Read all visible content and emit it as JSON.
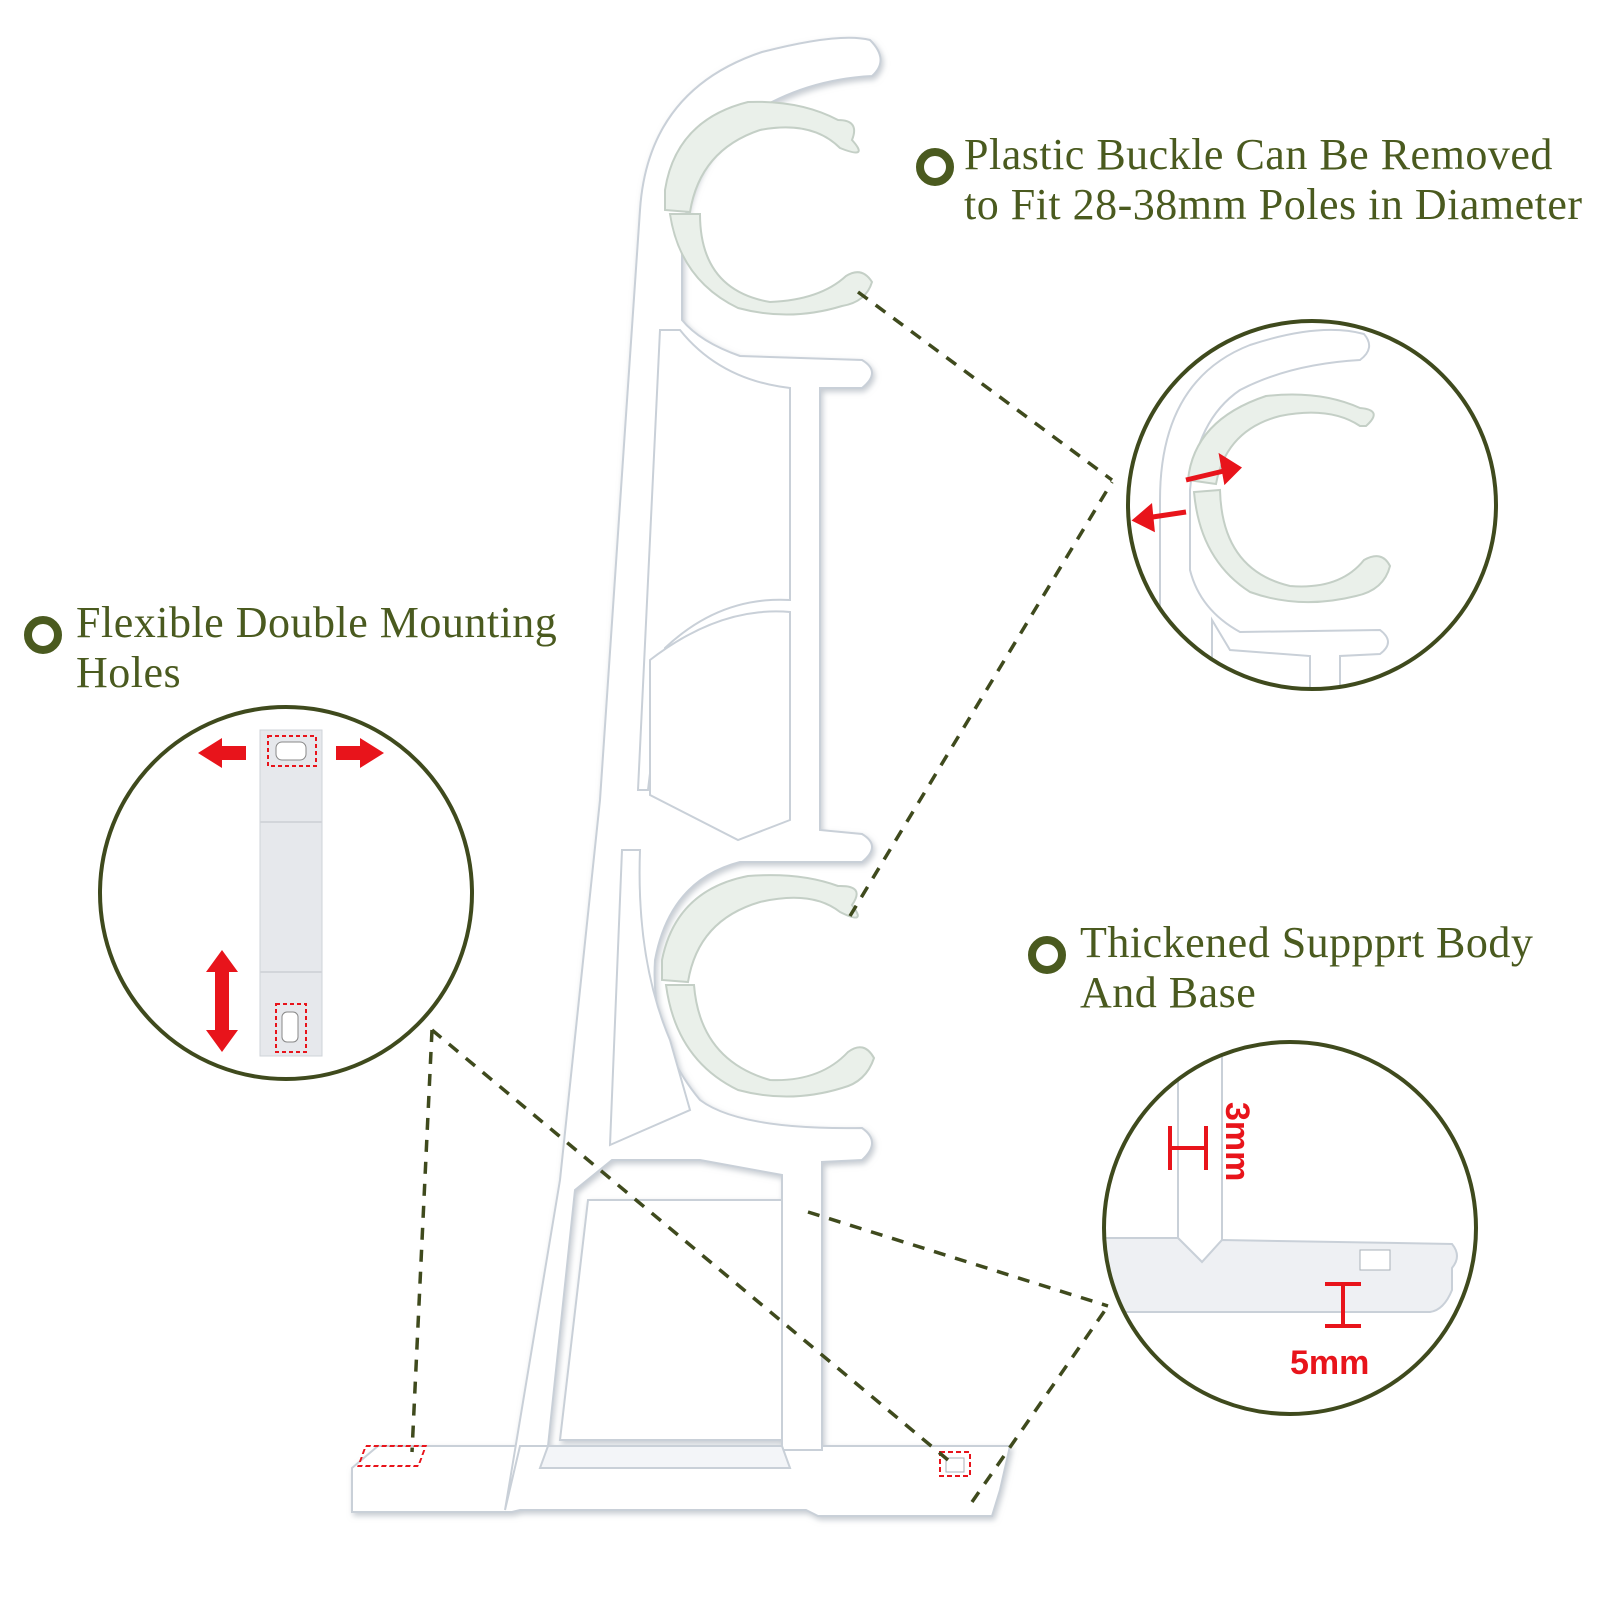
{
  "features": [
    {
      "id": "buckle",
      "lines": [
        "Plastic Buckle Can Be Removed",
        "to Fit 28-38mm Poles in Diameter"
      ]
    },
    {
      "id": "mounting",
      "lines": [
        "Flexible Double Mounting",
        "Holes"
      ]
    },
    {
      "id": "support",
      "lines": [
        "Thickened Suppprt Body",
        "And Base"
      ]
    }
  ],
  "dimensions": {
    "body_thickness": "3mm",
    "base_thickness": "5mm"
  },
  "colors": {
    "accent": "#4a5a1f",
    "bracket": "#ffffff",
    "buckle": "#e9efe6",
    "arrow": "#e8141b"
  }
}
